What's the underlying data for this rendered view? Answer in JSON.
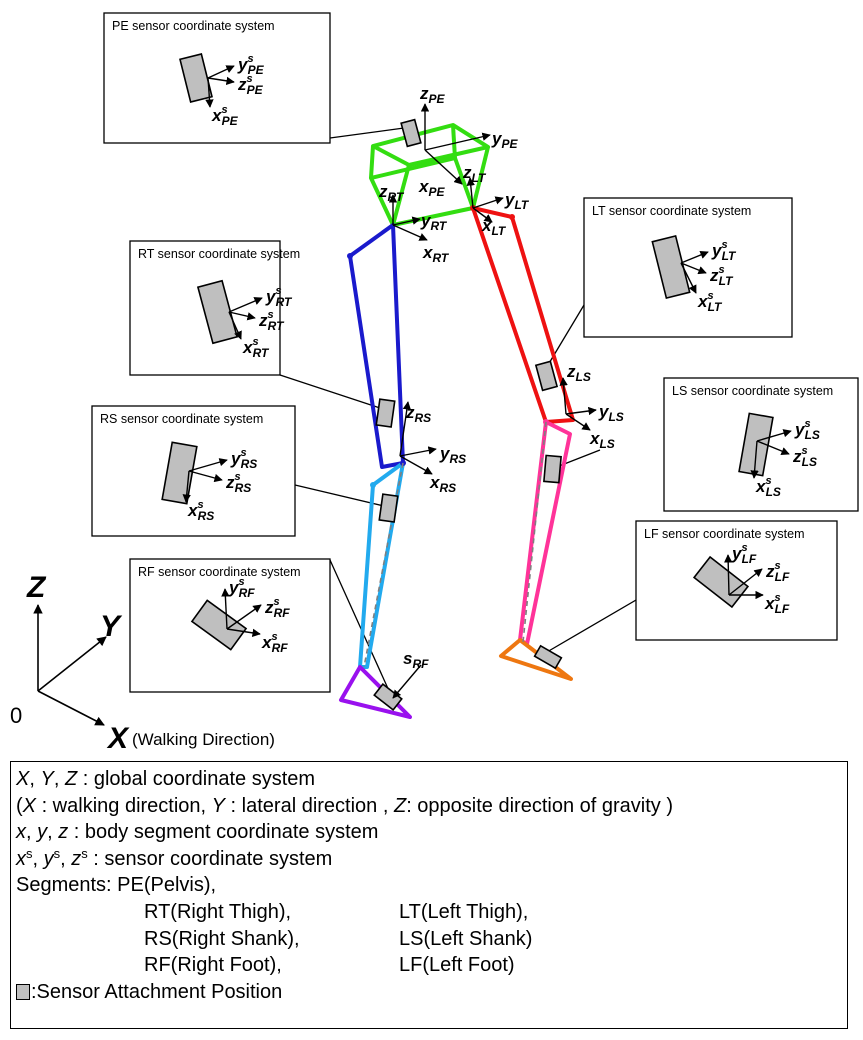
{
  "boxes": {
    "pe": {
      "title": "PE sensor coordinate system",
      "x": "x",
      "y": "y",
      "z": "z",
      "sup": "s",
      "sub": "PE"
    },
    "rt": {
      "title": "RT sensor coordinate system",
      "x": "x",
      "y": "y",
      "z": "z",
      "sup": "s",
      "sub": "RT"
    },
    "rs": {
      "title": "RS sensor coordinate system",
      "x": "x",
      "y": "y",
      "z": "z",
      "sup": "s",
      "sub": "RS"
    },
    "rf": {
      "title": "RF sensor coordinate system",
      "x": "x",
      "y": "y",
      "z": "z",
      "sup": "s",
      "sub": "RF"
    },
    "lt": {
      "title": "LT sensor coordinate system",
      "x": "x",
      "y": "y",
      "z": "z",
      "sup": "s",
      "sub": "LT"
    },
    "ls": {
      "title": "LS sensor coordinate system",
      "x": "x",
      "y": "y",
      "z": "z",
      "sup": "s",
      "sub": "LS"
    },
    "lf": {
      "title": "LF sensor coordinate system",
      "x": "x",
      "y": "y",
      "z": "z",
      "sup": "s",
      "sub": "LF"
    }
  },
  "segment_axes": {
    "x": "x",
    "y": "y",
    "z": "z",
    "pe": "PE",
    "rt": "RT",
    "lt": "LT",
    "rs": "RS",
    "ls": "LS"
  },
  "foot_label": {
    "main": "s",
    "sub": "RF"
  },
  "global": {
    "x": "X",
    "y": "Y",
    "z": "Z",
    "origin": "0",
    "walk": "(Walking Direction)"
  },
  "legend": {
    "line1": {
      "X": "X",
      "Y": "Y",
      "Z": "Z",
      "rest": " :  global coordinate system"
    },
    "line2": {
      "p1": "(",
      "X": "X",
      "t1": " : walking direction, ",
      "Y": "Y",
      "t2": " : lateral direction , ",
      "Z": "Z",
      "t3": ": opposite direction of gravity )"
    },
    "line3": {
      "x": "x",
      "y": "y",
      "z": "z",
      "rest": " :  body segment coordinate system"
    },
    "line4": {
      "x": "x",
      "y": "y",
      "z": "z",
      "sup": "s",
      "rest": " :  sensor coordinate system"
    },
    "line5": "Segments:  PE(Pelvis),",
    "rows": [
      {
        "right": "RT(Right Thigh),",
        "left": "LT(Left Thigh),"
      },
      {
        "right": "RS(Right Shank),",
        "left": "LS(Left Shank)"
      },
      {
        "right": "RF(Right Foot),",
        "left": "LF(Left Foot)"
      }
    ],
    "sensor": ":Sensor Attachment Position"
  },
  "colors": {
    "pelvis": "#33dd11",
    "right_thigh": "#1a1acc",
    "left_thigh": "#ee1111",
    "right_shank": "#22aaee",
    "left_shank": "#ff3399",
    "right_foot": "#9911ee",
    "left_foot": "#ee7711",
    "sensor_fill": "#bfbfbf",
    "dashed": "#7f7f7f"
  }
}
